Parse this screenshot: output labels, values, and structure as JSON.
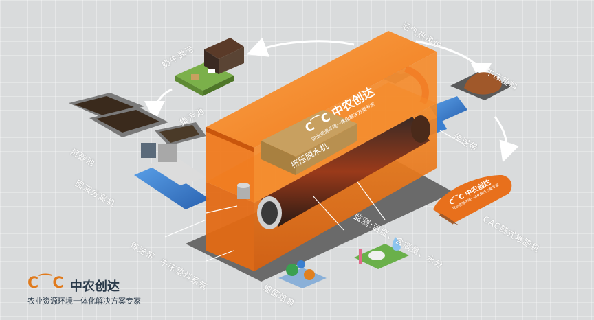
{
  "labels": {
    "dairy_manure": "奶牛粪污",
    "hot_air_furnace": "沼气热风炉",
    "bedding_material": "牛床垫料",
    "sedimentation_tank": "沉砂池",
    "collection_pit": "集污池",
    "solid_liquid_separator": "固液分离机",
    "conveyor_left": "传送带",
    "conveyor_right": "传送带",
    "bedding_system": "牛床垫料系统",
    "moisture_control": "监测:温度、含氧量、水分",
    "screw_press": "挤压脱水机",
    "cac_fermenter": "CAC隧式堆肥机",
    "fertilizer_tank": "细菌培育"
  },
  "box_logo": {
    "brand": "C⁀C 中农创达",
    "slogan": "农业资源环境一体化解决方案专家"
  },
  "fermenter_logo": {
    "brand": "C⁀C 中农创达",
    "slogan": "农业资源环境一体化解决方案专家"
  },
  "brand": {
    "logo": "C⁀C",
    "name": "中农创达",
    "slogan": "农业资源环境一体化解决方案专家"
  },
  "colors": {
    "background": "#d9dbdc",
    "grid": "#ffffff",
    "orange": "#f47b1e",
    "orange_dark": "#c9560c",
    "blue": "#3a7fd0",
    "arrow": "#ffffff"
  }
}
